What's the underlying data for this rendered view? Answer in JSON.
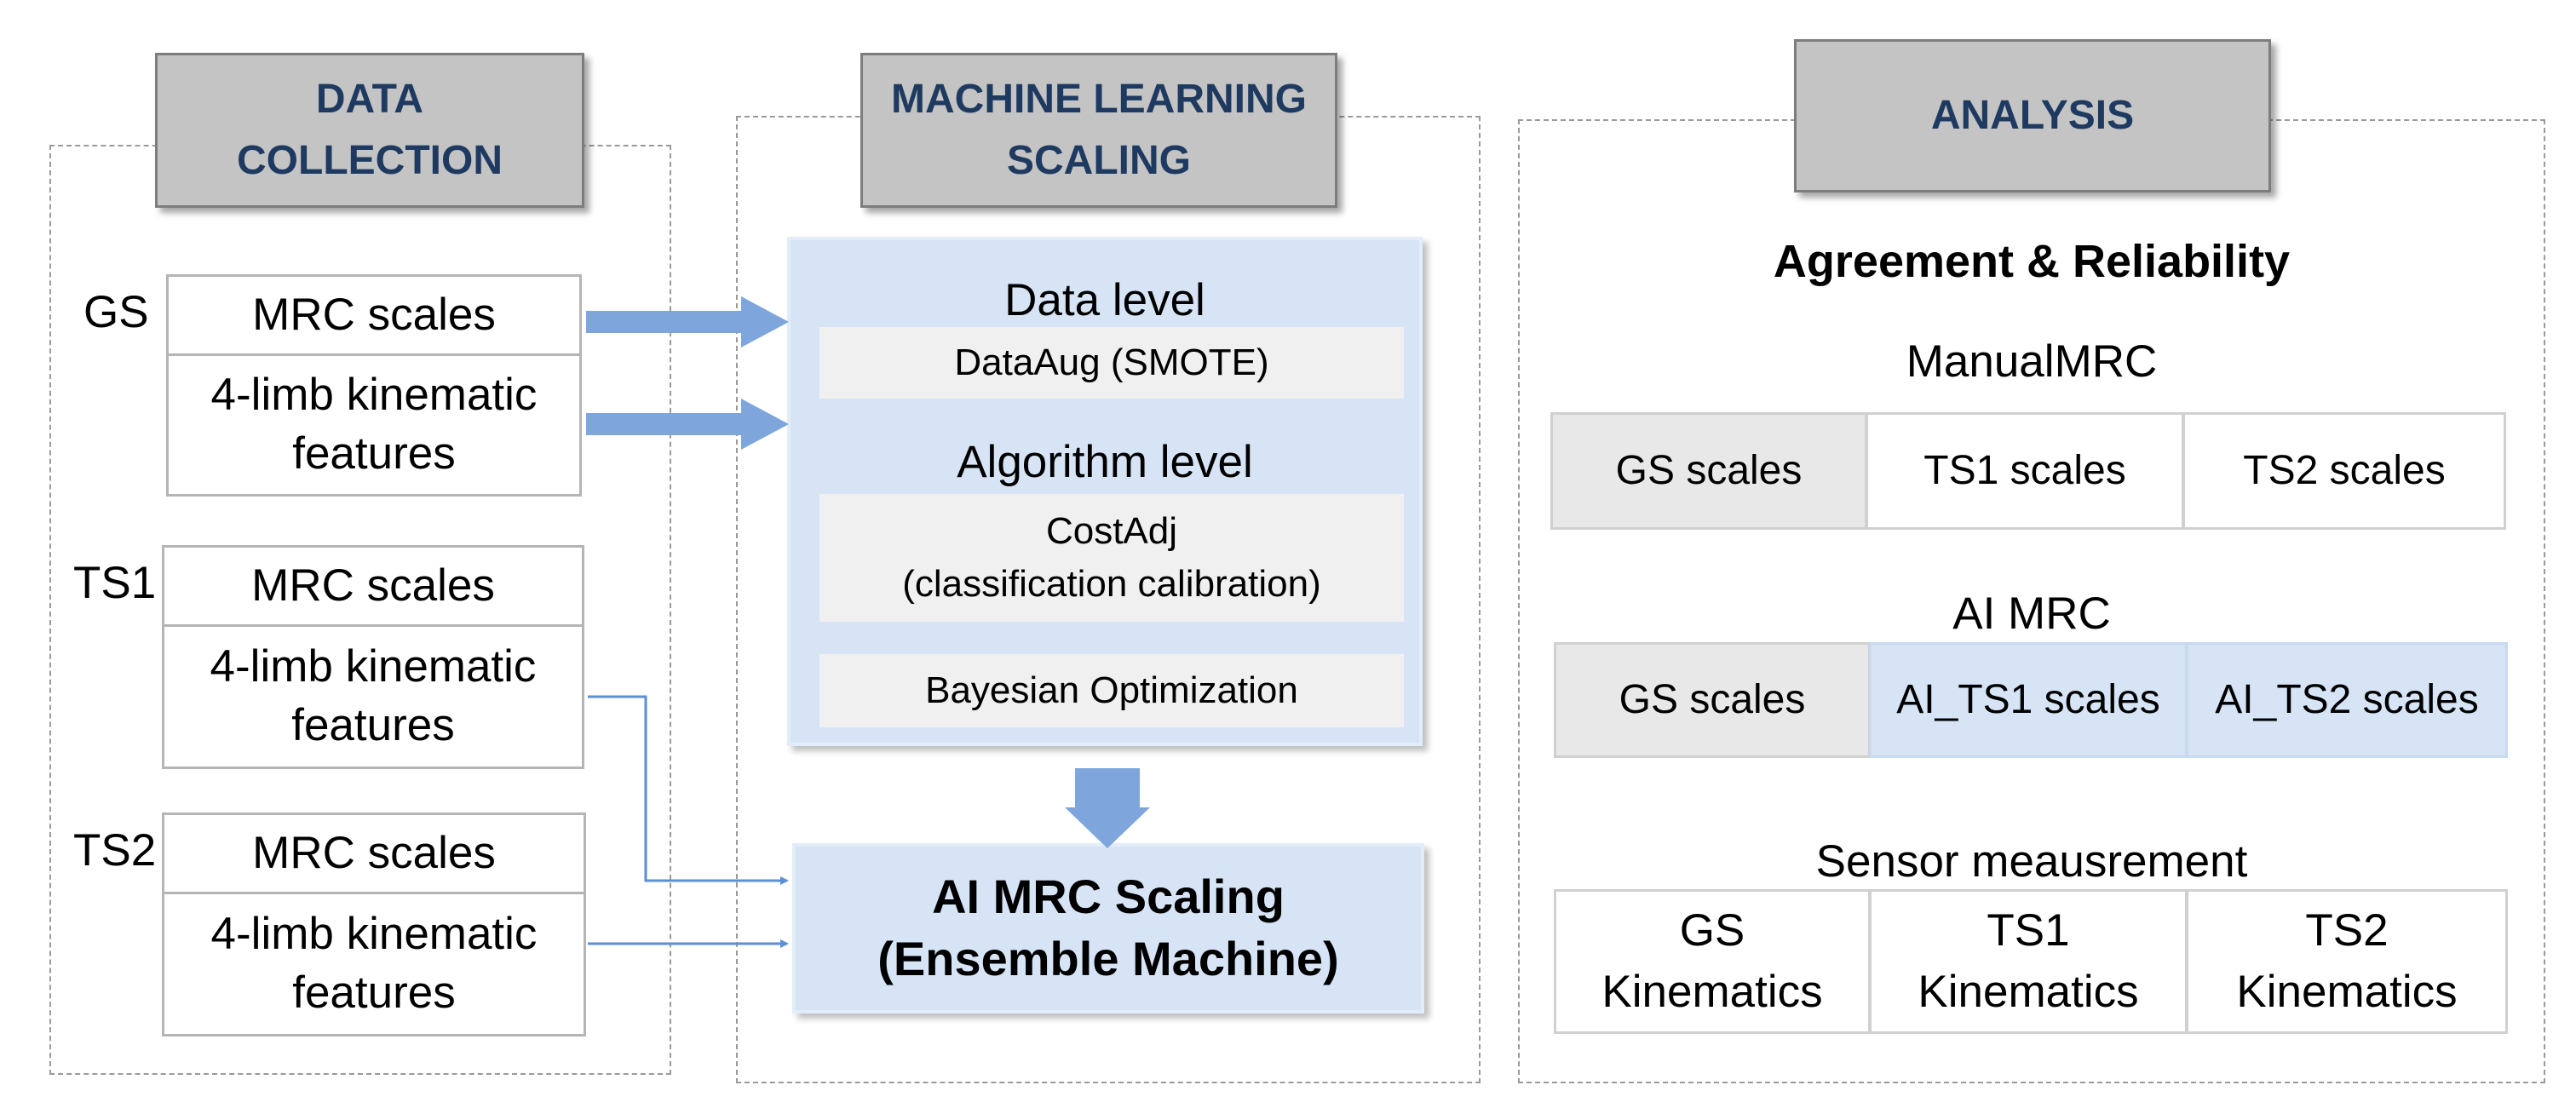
{
  "data_collection": {
    "header": "DATA\nCOLLECTION",
    "groups": [
      {
        "label": "GS",
        "scales": "MRC scales",
        "features": "4-limb kinematic\nfeatures"
      },
      {
        "label": "TS1",
        "scales": "MRC scales",
        "features": "4-limb kinematic\nfeatures"
      },
      {
        "label": "TS2",
        "scales": "MRC scales",
        "features": "4-limb kinematic\nfeatures"
      }
    ]
  },
  "machine_learning": {
    "header": "MACHINE LEARNING\nSCALING",
    "data_level": {
      "title": "Data level",
      "item": "DataAug (SMOTE)"
    },
    "algorithm_level": {
      "title": "Algorithm level",
      "item": "CostAdj\n(classification calibration)"
    },
    "optimization": "Bayesian Optimization",
    "ensemble": "AI MRC Scaling\n(Ensemble Machine)"
  },
  "analysis": {
    "header": "ANALYSIS",
    "title": "Agreement & Reliability",
    "manual": {
      "title": "ManualMRC",
      "cells": [
        "GS scales",
        "TS1 scales",
        "TS2 scales"
      ]
    },
    "ai": {
      "title": "AI MRC",
      "cells": [
        "GS scales",
        "AI_TS1 scales",
        "AI_TS2 scales"
      ]
    },
    "sensor": {
      "title": "Sensor meausrement",
      "cells": [
        "GS\nKinematics",
        "TS1\nKinematics",
        "TS2\nKinematics"
      ]
    }
  },
  "colors": {
    "header_text": "#1f3a60",
    "panel": "#d6e4f5",
    "arrow": "#7ea6dc",
    "connector": "#5b8fd6"
  }
}
